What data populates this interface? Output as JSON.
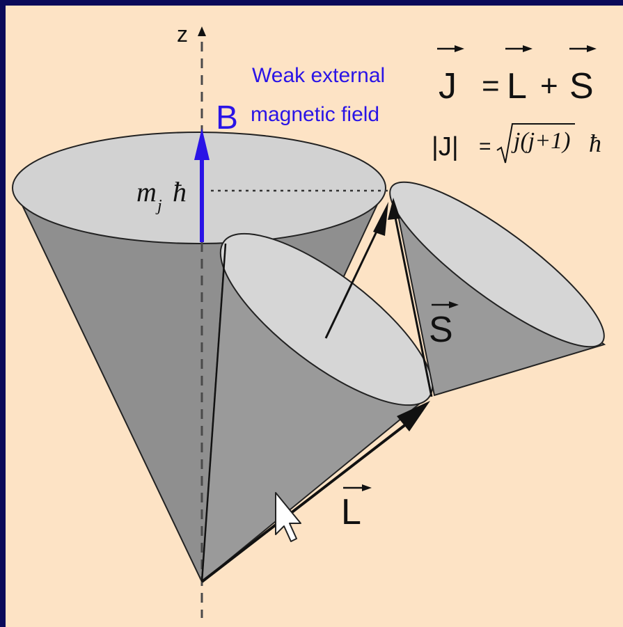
{
  "axis": {
    "z_label": "z"
  },
  "field": {
    "symbol": "B",
    "caption_line1": "Weak external",
    "caption_line2": "magnetic field",
    "color": "#2a14e6"
  },
  "equation": {
    "J": "J",
    "equals": "=",
    "L": "L",
    "plus": "+",
    "S": "S",
    "magnitude_lhs": "|J|",
    "magnitude_rhs": "j(j+1)",
    "hbar": "ħ"
  },
  "projection_label": {
    "m": "m",
    "sub": "j",
    "hbar": "ħ"
  },
  "vectors": {
    "L": "L",
    "S": "S"
  },
  "colors": {
    "background": "#fde3c5",
    "frame": "#0a0a5a",
    "cone_dark": "#8f8f8f",
    "cone_mid": "#9c9c9c",
    "cone_light": "#d4d4d4",
    "ink": "#111111"
  },
  "icons": {
    "cursor": "mouse-pointer-icon"
  }
}
